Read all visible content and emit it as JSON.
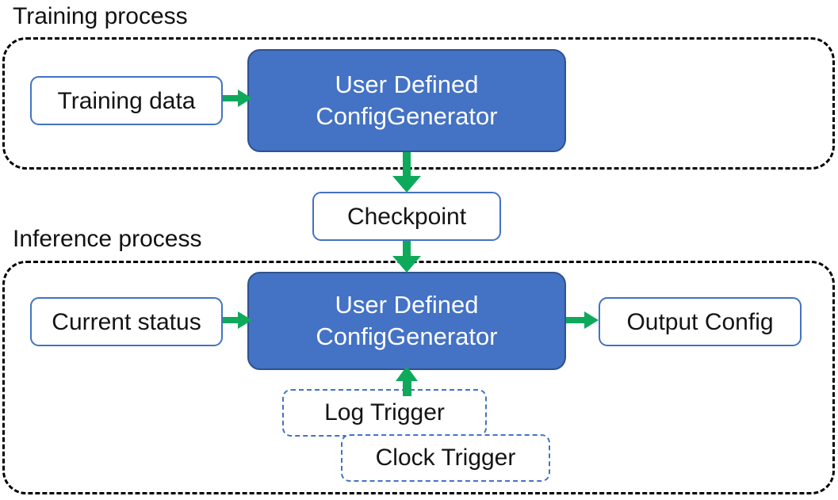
{
  "diagram": {
    "title_training": "Training process",
    "title_inference": "Inference process",
    "accent_blue": "#4472C4",
    "accent_blue_border": "#2F528F",
    "arrow_green": "#0FA95C",
    "container_dash_color": "#000000",
    "background": "#FFFFFF"
  },
  "training": {
    "heading": "Training process",
    "input_box": "Training data",
    "process_box_line1": "User Defined",
    "process_box_line2": "ConfigGenerator"
  },
  "checkpoint": {
    "label": "Checkpoint"
  },
  "inference": {
    "heading": "Inference process",
    "input_box": "Current status",
    "process_box_line1": "User Defined",
    "process_box_line2": "ConfigGenerator",
    "output_box": "Output Config",
    "trigger_log": "Log Trigger",
    "trigger_clock": "Clock Trigger"
  },
  "arrows": [
    {
      "name": "training-data-to-generator",
      "direction": "right"
    },
    {
      "name": "generator-to-checkpoint",
      "direction": "down"
    },
    {
      "name": "checkpoint-to-inference-generator",
      "direction": "down"
    },
    {
      "name": "current-status-to-generator",
      "direction": "right"
    },
    {
      "name": "generator-to-output-config",
      "direction": "right"
    },
    {
      "name": "triggers-to-generator",
      "direction": "up"
    }
  ]
}
